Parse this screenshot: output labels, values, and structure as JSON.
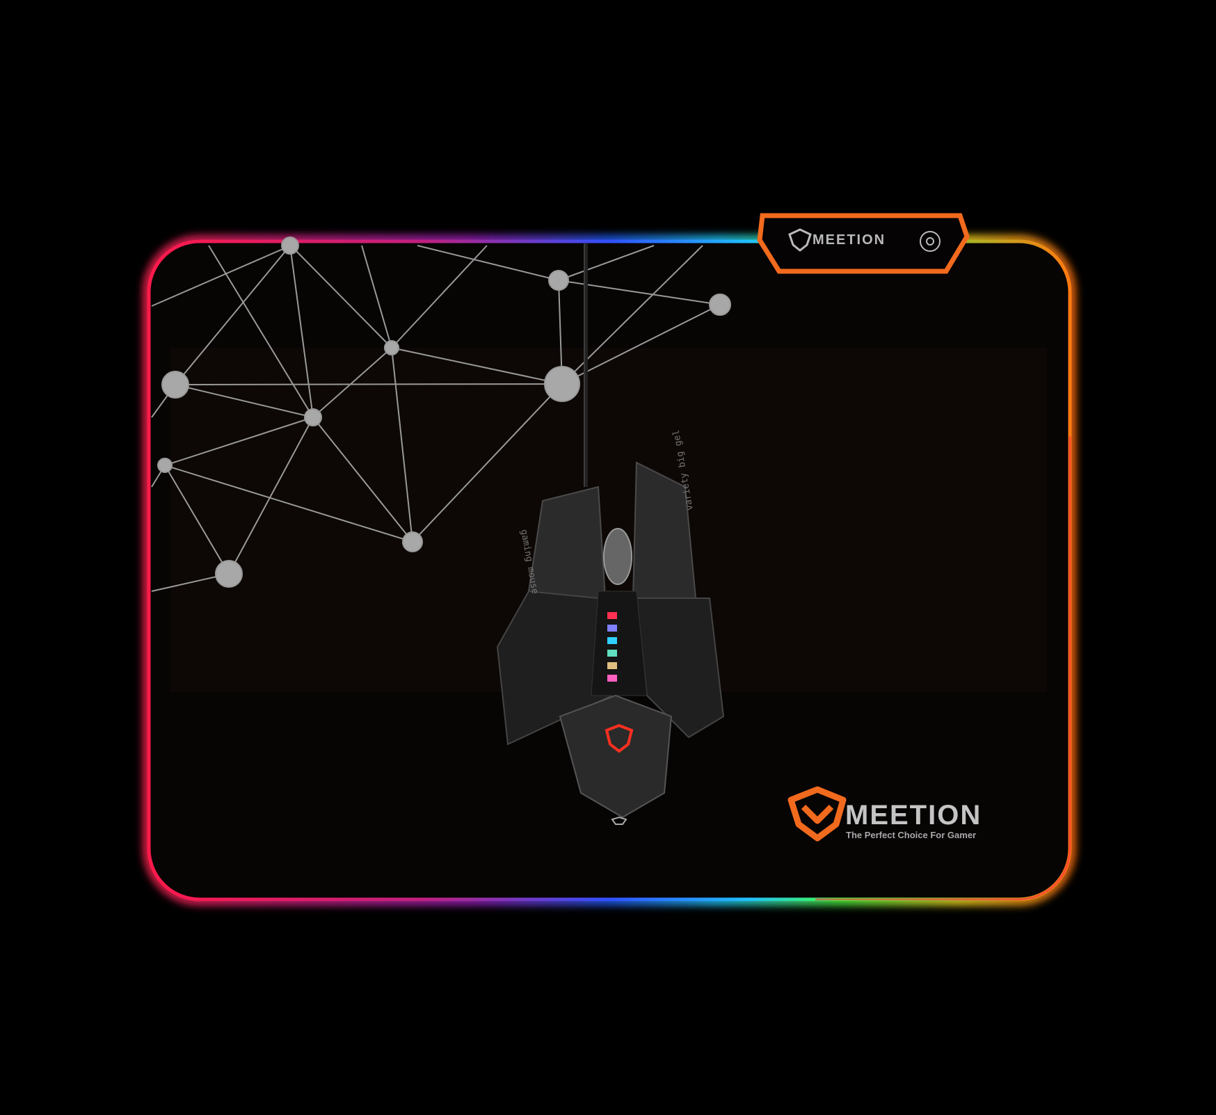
{
  "product": {
    "brand": "MEETION",
    "tagline": "The Perfect Choice For Gamer",
    "tab_brand": "MEETION",
    "mouse_side_text_left": "gaming mouse",
    "mouse_side_text_right": "variety big gel"
  },
  "colors": {
    "background": "#000000",
    "pad": "#070404",
    "brand_orange": "#f26a1d",
    "text_gray": "#c4c4c4"
  }
}
